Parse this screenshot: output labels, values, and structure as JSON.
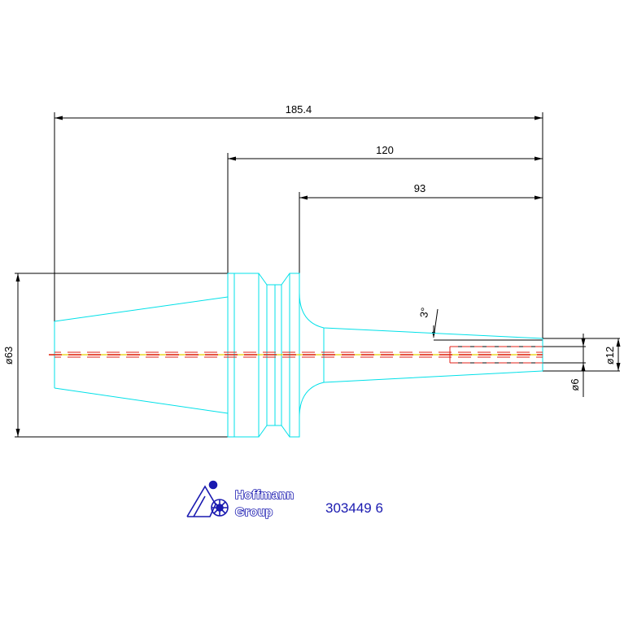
{
  "dimensions": {
    "overall_length": "185.4",
    "length_from_flange": "120",
    "length_from_neck": "93",
    "flange_diameter": "ø63",
    "tip_diameter": "ø12",
    "bore_diameter": "ø6",
    "taper_angle": "3°"
  },
  "logo": {
    "line1": "Hoffmann",
    "line2": "Group"
  },
  "part_number": "303449 6",
  "colors": {
    "outline": "#00e0e8",
    "dimension": "#000000",
    "centerline_red": "#e0201a",
    "centerline_yellow": "#e8d000",
    "logo_blue": "#1a1ab0"
  }
}
